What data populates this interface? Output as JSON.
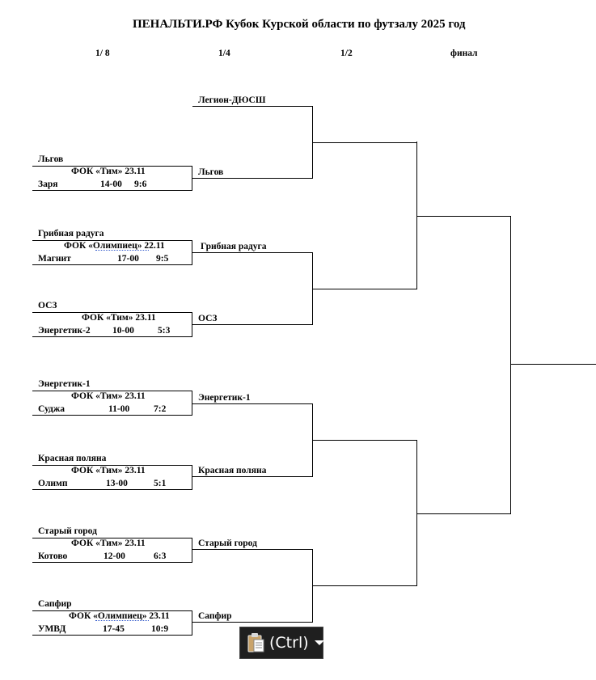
{
  "title": "ПЕНАЛЬТИ.РФ Кубок Курской области по футзалу 2025 год",
  "rounds": [
    "1/ 8",
    "1/4",
    "1/2",
    "финал"
  ],
  "round_of_16": [
    {
      "team1": "Льгов",
      "venue": "ФОК «Тим» 23.11",
      "team2": "Заря",
      "time": "14-00",
      "score": "9:6"
    },
    {
      "team1": "Грибная радуга",
      "venue": "ФОК «Олимпиец»   22.11",
      "team2": "Магнит",
      "time": "17-00",
      "score": "9:5"
    },
    {
      "team1": "ОСЗ",
      "venue": "ФОК «Тим» 23.11",
      "team2": "Энергетик-2",
      "time": "10-00",
      "score": "5:3"
    },
    {
      "team1": "Энергетик-1",
      "venue": "ФОК «Тим» 23.11",
      "team2": "Суджа",
      "time": "11-00",
      "score": "7:2"
    },
    {
      "team1": "Красная поляна",
      "venue": "ФОК «Тим» 23.11",
      "team2": "Олимп",
      "time": "13-00",
      "score": "5:1"
    },
    {
      "team1": "Старый город",
      "venue": "ФОК «Тим» 23.11",
      "team2": "Котово",
      "time": "12-00",
      "score": "6:3"
    },
    {
      "team1": "Сапфир",
      "venue": "ФОК «Олимпиец»   23.11",
      "team2": "УМВД",
      "time": "17-45",
      "score": "10:9"
    }
  ],
  "quarterfinals": [
    "Легион-ДЮСШ",
    "Льгов",
    "Грибная радуга",
    "ОСЗ",
    "Энергетик-1",
    "Красная поляна",
    "Старый город",
    "Сапфир"
  ],
  "paste_options": {
    "label": "(Ctrl)",
    "icon": "clipboard-icon",
    "dropdown_icon": "chevron-down-icon"
  }
}
